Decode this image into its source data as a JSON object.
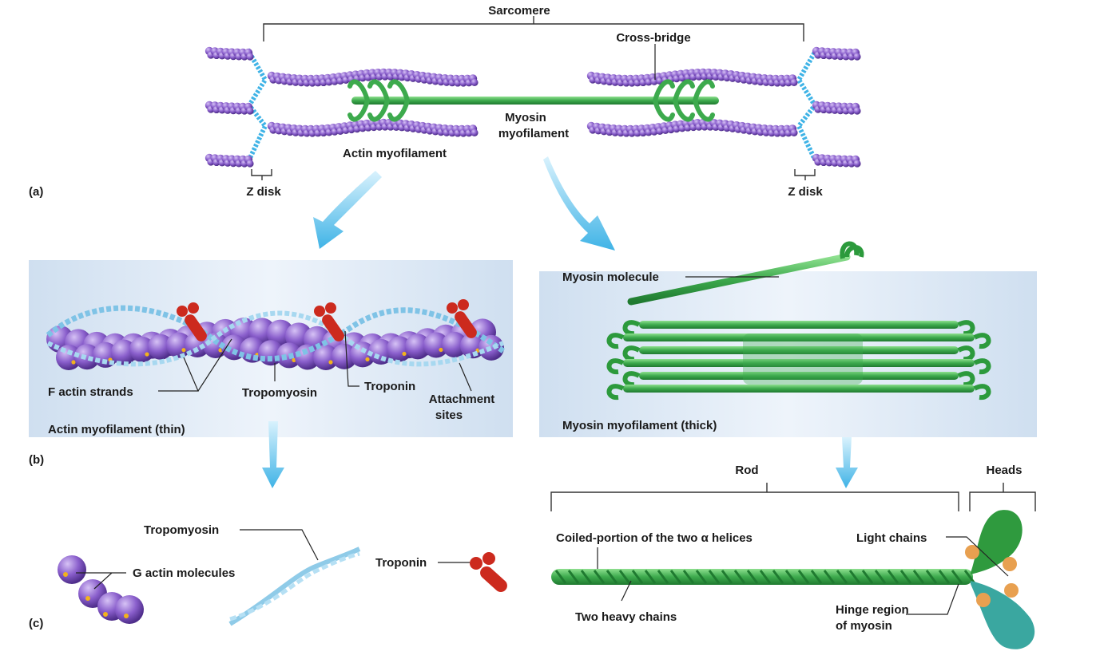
{
  "panels": {
    "a": "(a)",
    "b": "(b)",
    "c": "(c)"
  },
  "labels": {
    "sarcomere": "Sarcomere",
    "cross_bridge": "Cross-bridge",
    "myosin_myofilament_line1": "Myosin",
    "myosin_myofilament_line2": "myofilament",
    "actin_myofilament": "Actin myofilament",
    "z_disk_left": "Z disk",
    "z_disk_right": "Z disk",
    "f_actin_strands": "F actin strands",
    "tropomyosin_b": "Tropomyosin",
    "troponin_b": "Troponin",
    "attachment_sites_line1": "Attachment",
    "attachment_sites_line2": "sites",
    "actin_thin": "Actin myofilament (thin)",
    "myosin_molecule": "Myosin molecule",
    "myosin_thick": "Myosin myofilament (thick)",
    "rod": "Rod",
    "heads": "Heads",
    "tropomyosin_c": "Tropomyosin",
    "g_actin": "G actin molecules",
    "troponin_c": "Troponin",
    "coiled_portion": "Coiled-portion of the two α helices",
    "light_chains": "Light chains",
    "two_heavy_chains": "Two heavy chains",
    "hinge_line1": "Hinge region",
    "hinge_line2": "of myosin"
  },
  "colors": {
    "actin": "#7b52b8",
    "actin_light": "#b596e6",
    "z_disk": "#3fb3e6",
    "myosin": "#3daa4d",
    "myosin_dark": "#1f7a30",
    "tropomyosin": "#8fcbe8",
    "troponin": "#cc2a1e",
    "arrow": "#5cc3ee",
    "panel_bg": "#dce8f5",
    "attachment_dot": "#f2b21c",
    "light_chain": "#e8a050"
  }
}
